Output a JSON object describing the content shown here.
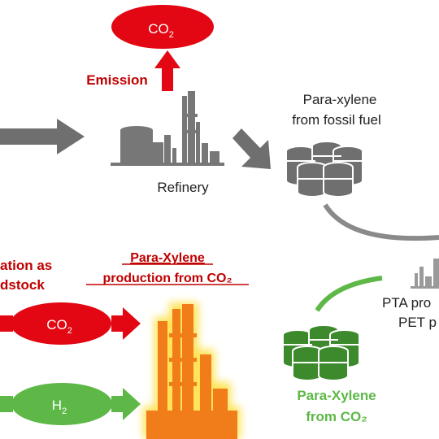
{
  "labels": {
    "co2_emitted": "CO",
    "co2_emitted_sub": "2",
    "emission": "Emission",
    "refinery": "Refinery",
    "para_xylene_fossil_line1": "Para-xylene",
    "para_xylene_fossil_line2": "from fossil fuel",
    "utilization_line1": "ation as",
    "utilization_line2": "dstock",
    "px_production_line1": "Para-Xylene",
    "px_production_line2": "production from CO₂",
    "co2_input": "CO",
    "co2_input_sub": "2",
    "h2_input": "H",
    "h2_input_sub": "2",
    "pta_line1": "PTA pro",
    "pta_line2": "PET p",
    "px_co2_line1": "Para-Xylene",
    "px_co2_line2": "from CO₂"
  },
  "colors": {
    "red": "#e30613",
    "dark_red": "#c00000",
    "green": "#5db847",
    "dark_green": "#3c8a2c",
    "gray": "#6f6f6f",
    "orange": "#f07c1a",
    "glow": "#ffe45a"
  },
  "icons": [
    "refinery-icon",
    "gray-barrels-icon",
    "green-barrels-icon",
    "orange-plant-icon",
    "pta-plant-icon"
  ]
}
